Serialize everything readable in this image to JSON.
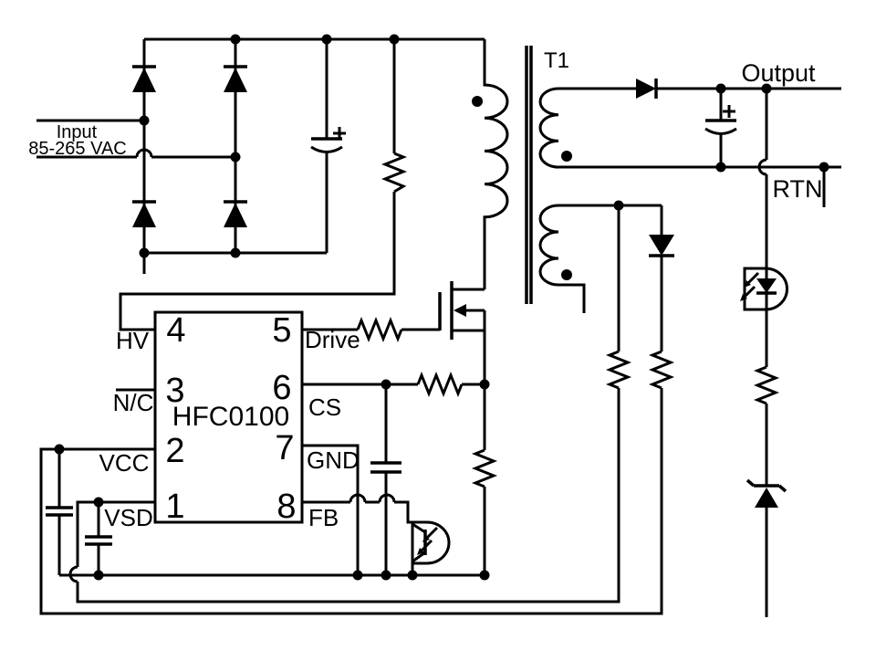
{
  "labels": {
    "input_line1": "Input",
    "input_line2": "85-265 VAC",
    "transformer": "T1",
    "output": "Output",
    "rtn": "RTN"
  },
  "ic": {
    "part_number": "HFC0100",
    "left_pins": [
      {
        "num": "4",
        "label": "HV"
      },
      {
        "num": "3",
        "label": "N/C"
      },
      {
        "num": "2",
        "label": "VCC"
      },
      {
        "num": "1",
        "label": "VSD"
      }
    ],
    "right_pins": [
      {
        "num": "5",
        "label": "Drive"
      },
      {
        "num": "6",
        "label": "CS"
      },
      {
        "num": "7",
        "label": "GND"
      },
      {
        "num": "8",
        "label": "FB"
      }
    ]
  },
  "colors": {
    "ink": "#000000",
    "background": "#ffffff"
  }
}
